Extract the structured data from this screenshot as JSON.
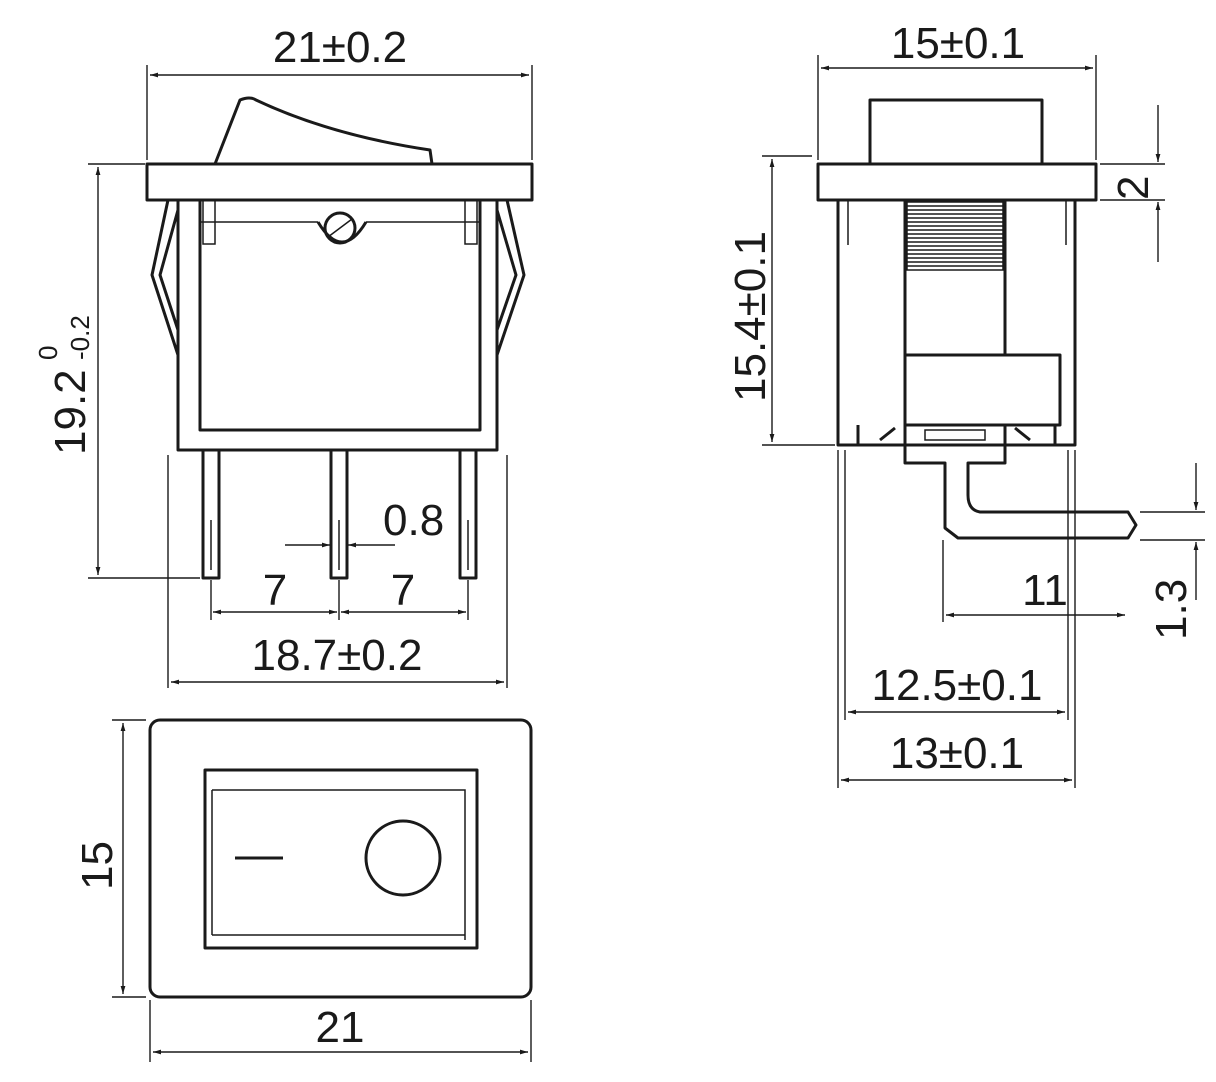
{
  "front_view": {
    "overall_width": "21±0.2",
    "height_main": "19.2",
    "height_upper_tol": "0",
    "height_lower_tol": "-0.2",
    "pin_width": "0.8",
    "pin_pitch_left": "7",
    "pin_pitch_right": "7",
    "pin_span": "18.7±0.2"
  },
  "side_view": {
    "overall_width": "15±0.1",
    "flange_thickness": "2",
    "body_height": "15.4±0.1",
    "terminal_length": "11",
    "terminal_thickness": "1.3",
    "cutout_width": "12.5±0.1",
    "body_width": "13±0.1"
  },
  "top_view": {
    "height": "15",
    "width": "21",
    "on_symbol": "|",
    "off_symbol": "O"
  },
  "icons": [
    "screw-icon",
    "off-circle-icon",
    "on-bar-icon"
  ]
}
